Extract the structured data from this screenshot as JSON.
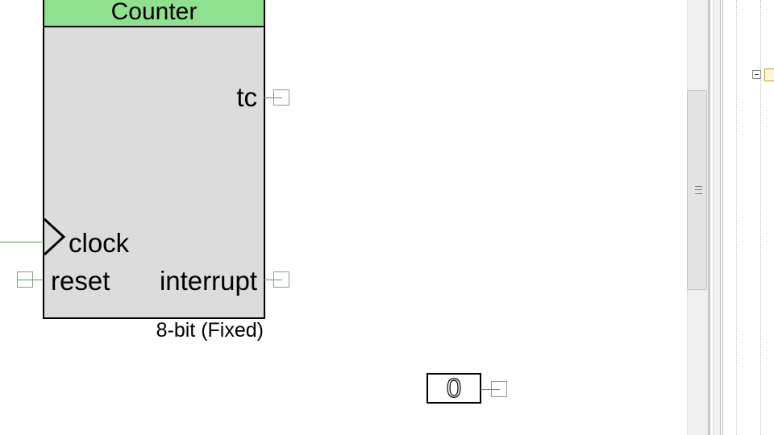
{
  "component": {
    "title": "Counter",
    "subtitle": "8-bit (Fixed)",
    "pins": {
      "tc": "tc",
      "clock": "clock",
      "reset": "reset",
      "interrupt": "interrupt"
    }
  },
  "constant": {
    "value": "0"
  },
  "icons": {
    "clock_input": "clock-triangle-icon",
    "tree_expander": "tree-collapse-icon",
    "tree_node": "component-node-icon",
    "scroll_grip": "scroll-grip-icon"
  },
  "colors": {
    "component_header": "#8fe08f",
    "component_body": "#dcdcdc",
    "wire": "#4aa84a"
  }
}
